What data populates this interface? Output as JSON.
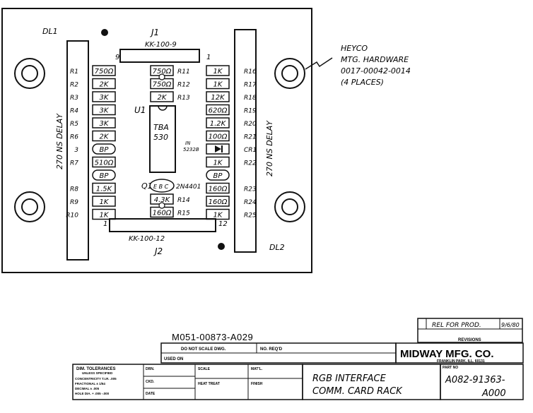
{
  "board": {
    "connectors": {
      "j1": {
        "ref": "J1",
        "type": "KK-100-9",
        "pin_left": "9",
        "pin_right": "1"
      },
      "j2": {
        "ref": "J2",
        "type": "KK-100-12",
        "pin_left": "1",
        "pin_right": "12"
      }
    },
    "delay_lines": {
      "dl1": {
        "ref": "DL1",
        "label": "270 NS DELAY"
      },
      "dl2": {
        "ref": "DL2",
        "label": "270 NS DELAY"
      }
    },
    "ic": {
      "ref": "U1",
      "part_line1": "TBA",
      "part_line2": "530"
    },
    "transistor": {
      "ref": "Q1",
      "part": "2N4401",
      "body": "E B C"
    },
    "diode": {
      "ref": "CR1",
      "part_line1": "IN",
      "part_line2": "5232B"
    },
    "left_column": [
      {
        "ref": "R1",
        "value": "750Ω",
        "shape": "rect"
      },
      {
        "ref": "R2",
        "value": "2K",
        "shape": "rect"
      },
      {
        "ref": "R3",
        "value": "3K",
        "shape": "rect"
      },
      {
        "ref": "R4",
        "value": "3K",
        "shape": "rect"
      },
      {
        "ref": "R5",
        "value": "3K",
        "shape": "rect"
      },
      {
        "ref": "R6",
        "value": "2K",
        "shape": "rect"
      },
      {
        "ref": "3",
        "value": "BP",
        "shape": "round"
      },
      {
        "ref": "R7",
        "value": "510Ω",
        "shape": "rect"
      },
      {
        "ref": "",
        "value": "BP",
        "shape": "round"
      },
      {
        "ref": "R8",
        "value": "1.5K",
        "shape": "rect"
      },
      {
        "ref": "R9",
        "value": "1K",
        "shape": "rect"
      },
      {
        "ref": "R10",
        "value": "1K",
        "shape": "rect"
      }
    ],
    "center_column": [
      {
        "ref": "R11",
        "value": "750Ω"
      },
      {
        "ref": "R12",
        "value": "750Ω"
      },
      {
        "ref": "R13",
        "value": "2K"
      }
    ],
    "center_bottom": [
      {
        "ref": "R14",
        "value": "4.3K"
      },
      {
        "ref": "R15",
        "value": "160Ω"
      }
    ],
    "right_column": [
      {
        "ref": "R16",
        "value": "1K",
        "shape": "rect"
      },
      {
        "ref": "R17",
        "value": "1K",
        "shape": "rect"
      },
      {
        "ref": "R18",
        "value": "12K",
        "shape": "rect"
      },
      {
        "ref": "R19",
        "value": "620Ω",
        "shape": "rect"
      },
      {
        "ref": "R20",
        "value": "1.2K",
        "shape": "rect"
      },
      {
        "ref": "R21",
        "value": "100Ω",
        "shape": "rect"
      },
      {
        "ref": "CR1",
        "value": "",
        "shape": "diode"
      },
      {
        "ref": "R22",
        "value": "1K",
        "shape": "rect"
      },
      {
        "ref": "",
        "value": "BP",
        "shape": "round"
      },
      {
        "ref": "R23",
        "value": "160Ω",
        "shape": "rect"
      },
      {
        "ref": "R24",
        "value": "160Ω",
        "shape": "rect"
      },
      {
        "ref": "R25",
        "value": "1K",
        "shape": "rect"
      }
    ]
  },
  "annotation": {
    "lines": [
      "HEYCO",
      "MTG. HARDWARE",
      "0017-00042-0014",
      "(4 PLACES)"
    ]
  },
  "title_block": {
    "drawing_ref": "M051-00873-A029",
    "do_not_scale": "DO NOT SCALE DWG.",
    "no_reqd": "NO. REQ'D",
    "used_on": "USED ON",
    "company": "MIDWAY MFG. CO.",
    "company_sub": "FRANKLIN PARK, ILL. 60131",
    "revisions": "REVISIONS",
    "rev_entry": "REL FOR PROD.",
    "rev_date": "9/6/80",
    "part_no_label": "PART NO",
    "part_no_line1": "A082-91363-",
    "part_no_line2": "A000",
    "dim_tol_title": "DIM. TOLERANCES",
    "dim_tol_sub": "UNLESS SPECIFIED",
    "tol_lines": [
      "CONCENTRICITY T.I.R. .005",
      "FRACTIONAL ± 1/64",
      "DECIMAL ± .005",
      "HOLE DIA. + .005 -.000"
    ],
    "drn": "DRN.",
    "ckd": "CKD.",
    "date": "DATE",
    "scale": "SCALE",
    "matl": "MAT'L.",
    "heat_treat": "HEAT TREAT",
    "finish": "FINISH",
    "title_line1": "RGB INTERFACE",
    "title_line2": "COMM. CARD RACK"
  }
}
